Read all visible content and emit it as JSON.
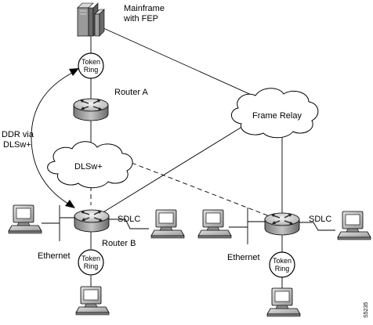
{
  "labels": {
    "mainframe": "Mainframe",
    "mainframe_sub": "with FEP",
    "router_a": "Router A",
    "router_b": "Router B",
    "frame_relay": "Frame Relay",
    "dlsw": "DLSw+",
    "ddr_line1": "DDR via",
    "ddr_line2": "DLSw+",
    "ethernet_left": "Ethernet",
    "ethernet_right": "Ethernet",
    "sdlc_left": "SDLC",
    "sdlc_right": "SDLC",
    "figure_id": "S5235"
  },
  "token_rings": [
    {
      "line1": "Token",
      "line2": "Ring"
    },
    {
      "line1": "Token",
      "line2": "Ring"
    },
    {
      "line1": "Token",
      "line2": "Ring"
    }
  ],
  "icons": {
    "mainframe": "mainframe-icon",
    "router": "router-icon",
    "workstation": "workstation-icon",
    "token_ring": "token-ring-icon",
    "cloud": "cloud-icon"
  },
  "colors": {
    "line": "#000000",
    "device_dark": "#6e6e6e",
    "device_mid": "#b4b4b4",
    "device_light": "#e6e6e6",
    "background": "#ffffff"
  }
}
